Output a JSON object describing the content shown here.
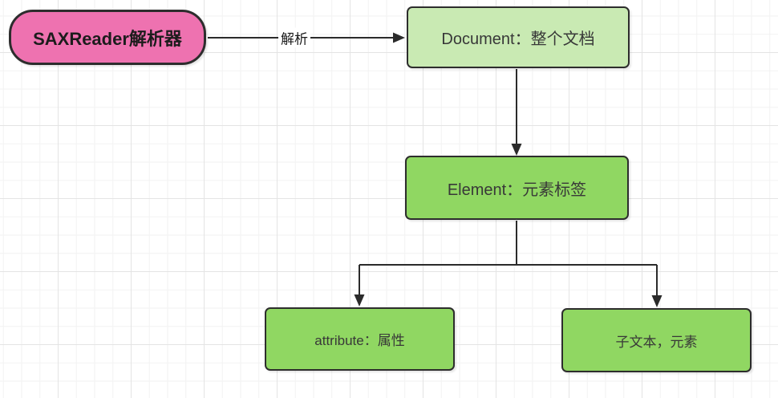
{
  "diagram": {
    "nodes": {
      "saxreader": {
        "label": "SAXReader解析器",
        "fill": "#ee72b0"
      },
      "document": {
        "label": "Document：整个文档",
        "fill": "#c9eab3"
      },
      "element": {
        "label": "Element：元素标签",
        "fill": "#90d762"
      },
      "attribute": {
        "label": "attribute：属性",
        "fill": "#90d762"
      },
      "childtext": {
        "label": "子文本，元素",
        "fill": "#90d762"
      }
    },
    "edges": {
      "parse": {
        "label": "解析"
      }
    },
    "colors": {
      "node_border": "#2d2d2d",
      "edge_stroke": "#2b2b2b",
      "grid_minor": "#f2f2f2",
      "grid_major": "#e4e4e4",
      "background": "#ffffff"
    }
  }
}
